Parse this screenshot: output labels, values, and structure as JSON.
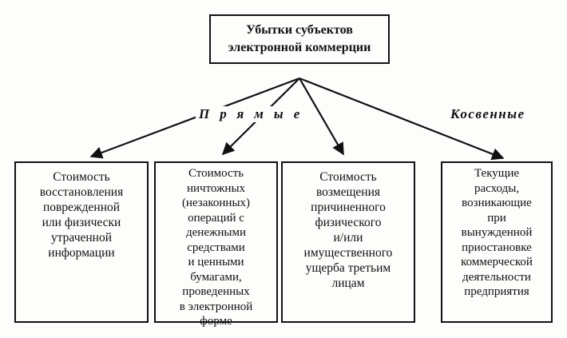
{
  "title": "Убытки субъектов\nэлектронной коммерции",
  "labels": {
    "direct": "Прямые",
    "indirect": "Косвенные"
  },
  "boxes": [
    "Стоимость\nвосстановления\nповрежденной\nили физически\nутраченной\nинформации",
    "Стоимость\nничтожных\n(незаконных)\nопераций с\nденежными\nсредствами\nи ценными\nбумагами,\nпроведенных\nв электронной\nформе",
    "Стоимость\nвозмещения\nпричиненного\nфизического\nи/или\nимущественного\nущерба третьим\nлицам",
    "Текущие\nрасходы,\nвозникающие\nпри\nвынужденной\nприостановке\nкоммерческой\nдеятельности\nпредприятия"
  ]
}
